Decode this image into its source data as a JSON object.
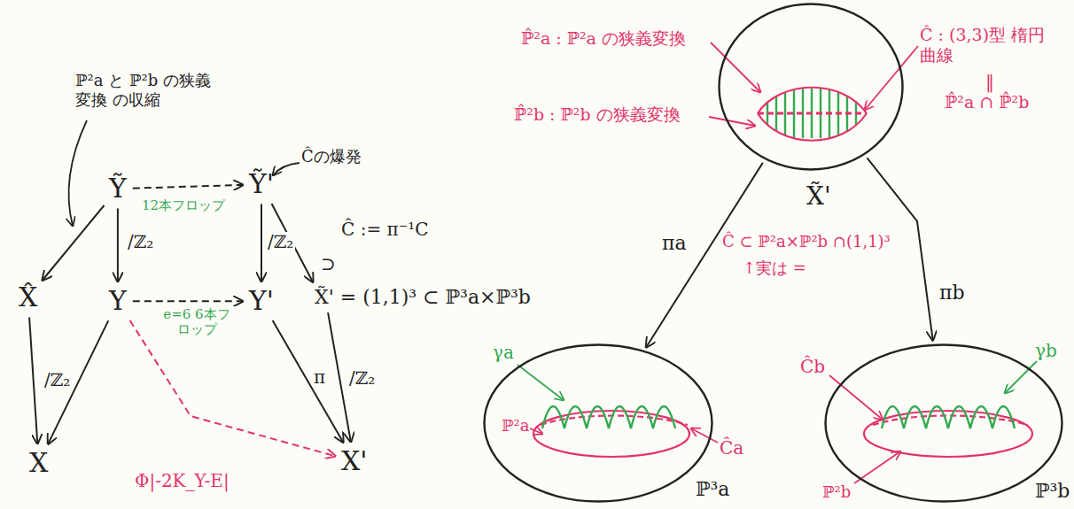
{
  "diagram": {
    "nodes": [
      {
        "text": [
          "Ỹ"
        ]
      },
      {
        "text": [
          "Ỹ'"
        ]
      },
      {
        "text": [
          "X̂"
        ]
      },
      {
        "text": [
          "Y"
        ]
      },
      {
        "text": [
          "Y'"
        ]
      },
      {
        "text": [
          "X̃' = (1,1)³ ⊂ ℙ³a×ℙ³b"
        ]
      },
      {
        "text": [
          "X"
        ]
      },
      {
        "text": [
          "X'"
        ]
      },
      {
        "text": [
          "X̃'"
        ]
      },
      {
        "text": [
          "ℙ³a"
        ]
      },
      {
        "text": [
          "ℙ³b"
        ]
      }
    ],
    "edges": [
      {
        "from": 0,
        "to": 2,
        "arrow": "to"
      },
      {
        "from": 0,
        "to": 3,
        "label": "/ℤ₂",
        "arrow": "to"
      },
      {
        "from": 0,
        "to": 1,
        "label": "12本フロップ",
        "arrow": "to"
      },
      {
        "from": 1,
        "to": 4,
        "label": "/ℤ₂",
        "arrow": "to"
      },
      {
        "from": 1,
        "to": 5,
        "arrow": "to"
      },
      {
        "from": 2,
        "to": 6,
        "label": "/ℤ₂",
        "arrow": "to"
      },
      {
        "from": 3,
        "to": 6,
        "arrow": "to"
      },
      {
        "from": 3,
        "to": 4,
        "label": "e=6 6本フロップ",
        "arrow": "to"
      },
      {
        "from": 4,
        "to": 7,
        "arrow": "to"
      },
      {
        "from": 5,
        "to": 7,
        "label": "/ℤ₂",
        "arrow": "to"
      },
      {
        "from": 3,
        "to": 7,
        "label": "Φ|-2K_Y-E|",
        "arrow": "to"
      },
      {
        "from": 8,
        "to": 9,
        "label": "πa",
        "arrow": "to"
      },
      {
        "from": 8,
        "to": 10,
        "label": "πb",
        "arrow": "to"
      }
    ],
    "labels": [
      "ℙ²a と ℙ²b の狭義変換 の収縮",
      "Ĉの爆発",
      "Ĉ := π⁻¹C",
      "⊃",
      "π",
      "ℙ̂²a : ℙ²a の狭義変換",
      "ℙ̂²b : ℙ²b の狭義変換",
      "Ĉ : (3,3)型 楕円曲線",
      "‖",
      "ℙ̂²a ∩ ℙ̂²b",
      "Ĉ ⊂ ℙ²a×ℙ²b ∩(1,1)³",
      "↑実は =",
      "γa",
      "ℙ²a",
      "Ĉa",
      "Ĉb",
      "γb",
      "ℙ²b"
    ]
  }
}
